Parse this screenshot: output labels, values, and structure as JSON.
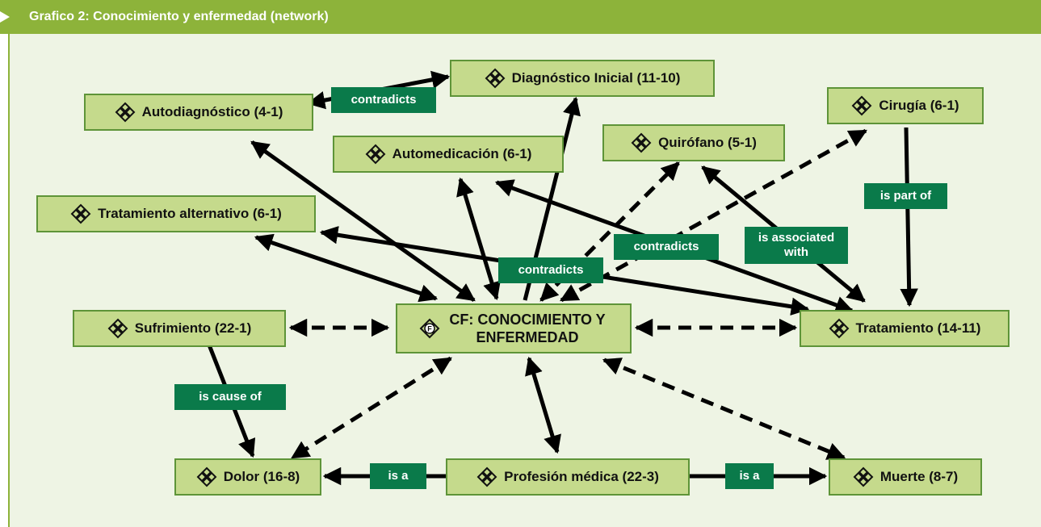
{
  "header": {
    "title": "Grafico 2: Conocimiento y enfermedad (network)"
  },
  "nodes": {
    "diag_inicial": "Diagnóstico Inicial (11-10)",
    "autodiag": "Autodiagnóstico (4-1)",
    "cirugia": "Cirugía (6-1)",
    "quirofano": "Quirófano (5-1)",
    "automedicacion": "Automedicación (6-1)",
    "trat_alt": "Tratamiento alternativo (6-1)",
    "sufrimiento": "Sufrimiento (22-1)",
    "center": "CF: CONOCIMIENTO Y ENFERMEDAD",
    "tratamiento": "Tratamiento (14-11)",
    "dolor": "Dolor (16-8)",
    "profesion": "Profesión médica (22-3)",
    "muerte": "Muerte (8-7)"
  },
  "center_icon_letter": "F",
  "relations": {
    "contradicts_1": "contradicts",
    "contradicts_2": "contradicts",
    "contradicts_3": "contradicts",
    "is_part_of": "is part of",
    "is_associated_with": "is associated with",
    "is_cause_of": "is cause of",
    "is_a_1": "is a",
    "is_a_2": "is a"
  },
  "colors": {
    "header": "#8db33a",
    "canvas": "#eef4e4",
    "node_fill": "#c5da8c",
    "node_border": "#5e9438",
    "relation_tag": "#0a7a4a",
    "edge": "#000000"
  }
}
